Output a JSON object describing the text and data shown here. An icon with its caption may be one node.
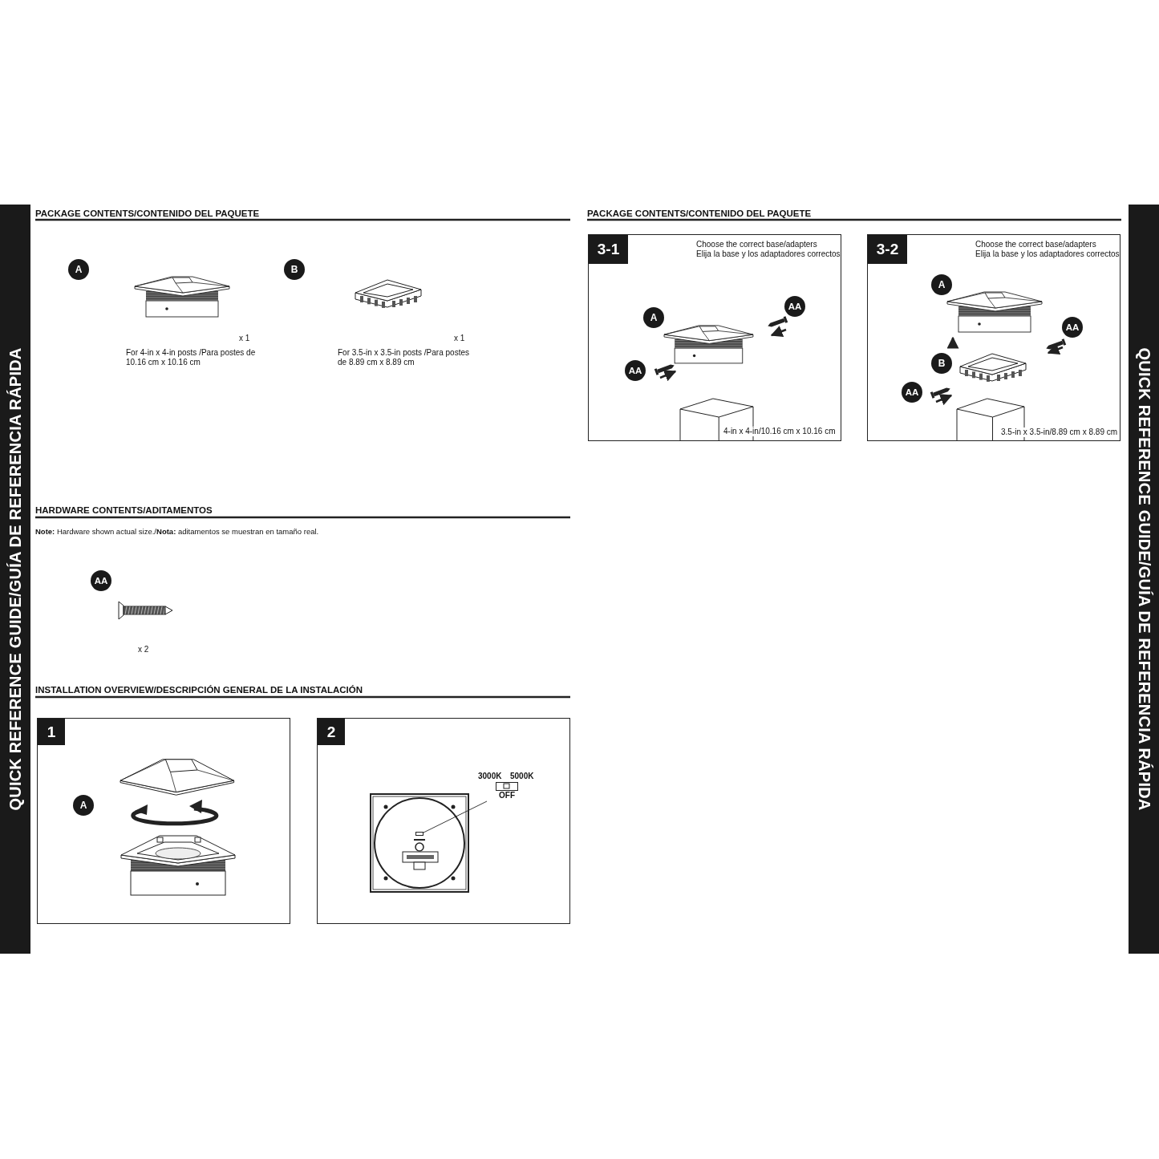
{
  "diagram": {
    "nodes": [
      {
        "text": [
          "1",
          "A"
        ]
      },
      {
        "text": [
          "2"
        ]
      },
      {
        "text": [
          "3000K",
          "5000K",
          "OFF"
        ],
        "in": 1
      },
      {
        "text": [],
        "shape": "box",
        "in": 1
      },
      {
        "text": [
          "3-1",
          "Choose the correct base/adapters",
          "Elija la base y los adaptadores correctos",
          "A",
          "AA",
          "AA",
          "4-in x 4-in/10.16 cm x 10.16 cm"
        ]
      },
      {
        "text": [
          "3-2",
          "Choose the correct base/adapters",
          "Elija la base y los adaptadores correctos",
          "A",
          "AA",
          "B",
          "AA",
          "3.5-in x 3.5-in/8.89 cm x 8.89 cm"
        ]
      }
    ],
    "edges": [
      {
        "from": 2,
        "to": 3,
        "arrow": "none"
      }
    ],
    "labels": [
      "QUICK REFERENCE GUIDE/GUÍA DE REFERENCIA RÁPIDA",
      "PACKAGE CONTENTS/CONTENIDO DEL PAQUETE",
      "A",
      "x 1",
      "For 4-in x 4-in posts /Para postes de 10.16 cm x 10.16 cm",
      "B",
      "x 1",
      "For 3.5-in x 3.5-in posts /Para postes de 8.89 cm x 8.89 cm",
      "HARDWARE CONTENTS/ADITAMENTOS",
      "**Note:** Hardware shown actual size./**Nota:** aditamentos se muestran en tamaño real.",
      "AA",
      "x 2",
      "INSTALLATION OVERVIEW/DESCRIPCIÓN GENERAL DE LA INSTALACIÓN",
      "PACKAGE CONTENTS/CONTENIDO DEL PAQUETE",
      "QUICK REFERENCE GUIDE/GUÍA DE REFERENCIA RÁPIDA"
    ]
  }
}
